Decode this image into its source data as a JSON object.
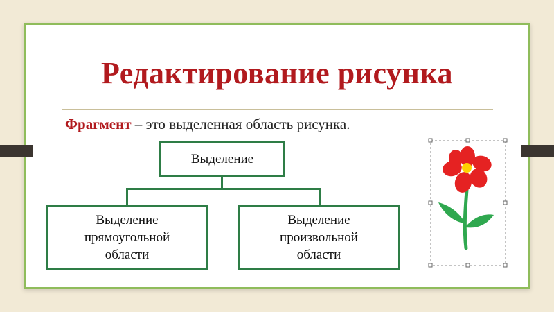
{
  "slide": {
    "title": "Редактирование рисунка",
    "definition": {
      "term": "Фрагмент",
      "rest": " – это выделенная область рисунка."
    }
  },
  "diagram": {
    "root": "Выделение",
    "children": [
      "Выделение\nпрямоугольной\nобласти",
      "Выделение\nпроизвольной\nобласти"
    ]
  },
  "colors": {
    "title": "#b11a1e",
    "box_border": "#2e7d46",
    "frame_border": "#8fbc5b",
    "petal": "#e52222",
    "center": "#ffd200",
    "stem": "#2fa84f"
  },
  "picture": {
    "icon": "flower-drawing"
  }
}
